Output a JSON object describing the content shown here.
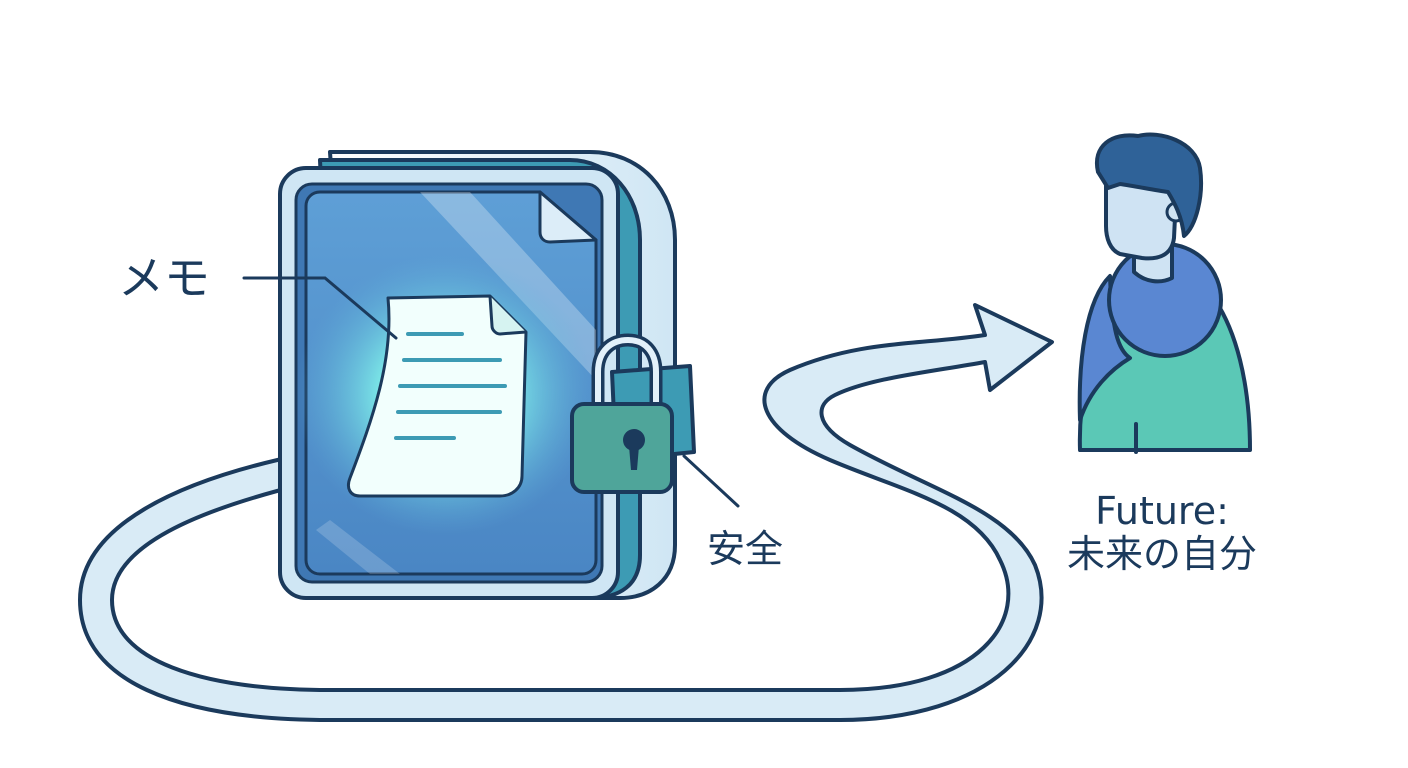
{
  "labels": {
    "memo": "メモ",
    "secure": "安全",
    "future_line1": "Future:",
    "future_line2": "未来の自分"
  },
  "icons": {
    "vault": "encrypted-vault-icon",
    "document": "memo-document-icon",
    "lock": "padlock-icon",
    "person": "future-self-person-icon",
    "path": "journey-arrow-icon"
  },
  "colors": {
    "outline": "#1b3a5c",
    "path_fill": "#d9ebf6",
    "vault_blue": "#4f8fc8",
    "vault_teal": "#3d9bb4",
    "lock_green": "#4fa59a",
    "glow": "#7ff0ea",
    "person_shirt": "#5a87d2",
    "person_body": "#5bc8b6",
    "person_hair": "#2f6298",
    "skin": "#cfe3f3"
  }
}
